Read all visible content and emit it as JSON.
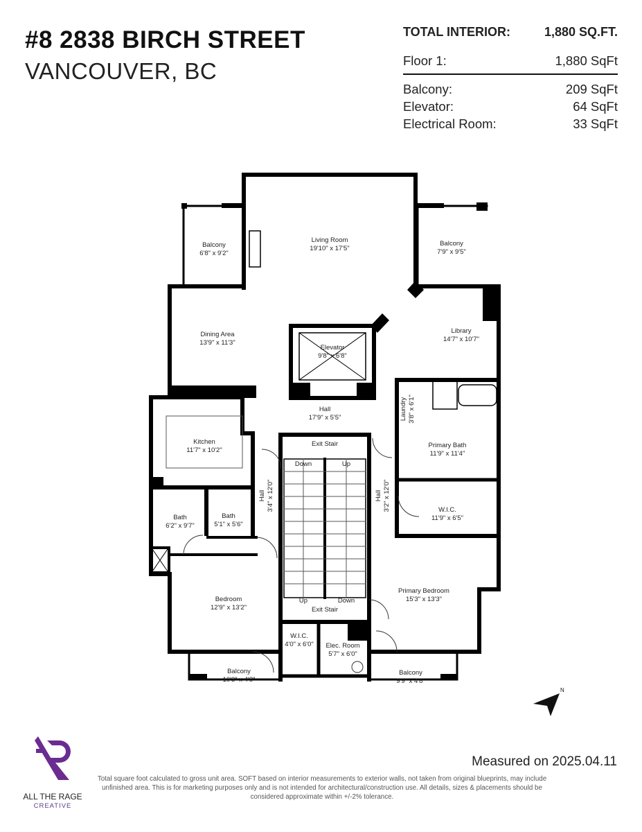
{
  "header": {
    "address_line1": "#8 2838 BIRCH STREET",
    "address_line2": "VANCOUVER, BC"
  },
  "areas": {
    "total_label": "TOTAL INTERIOR:",
    "total_value": "1,880 SQ.FT.",
    "floors": [
      {
        "label": "Floor 1:",
        "value": "1,880 SqFt"
      }
    ],
    "other": [
      {
        "label": "Balcony:",
        "value": "209 SqFt"
      },
      {
        "label": "Elevator:",
        "value": "64 SqFt"
      },
      {
        "label": "Electrical Room:",
        "value": "33 SqFt"
      }
    ]
  },
  "rooms": [
    {
      "name": "Living Room",
      "dims": "19'10\" x 17'5\""
    },
    {
      "name": "Balcony",
      "dims": "6'8\" x 9'2\""
    },
    {
      "name": "Balcony",
      "dims": "7'9\" x 9'5\""
    },
    {
      "name": "Dining Area",
      "dims": "13'9\" x 11'3\""
    },
    {
      "name": "Elevator",
      "dims": "9'8\" x 6'8\""
    },
    {
      "name": "Library",
      "dims": "14'7\" x 10'7\""
    },
    {
      "name": "Hall",
      "dims": "17'9\" x 5'5\""
    },
    {
      "name": "Laundry",
      "dims": "3'8\" x 6'1\""
    },
    {
      "name": "Kitchen",
      "dims": "11'7\" x 10'2\""
    },
    {
      "name": "Primary Bath",
      "dims": "11'9\" x 11'4\""
    },
    {
      "name": "Hall",
      "dims": "3'4\" x 12'0\""
    },
    {
      "name": "Hall",
      "dims": "3'2\" x 12'0\""
    },
    {
      "name": "Bath",
      "dims": "6'2\" x 9'7\""
    },
    {
      "name": "Bath",
      "dims": "5'1\" x 5'6\""
    },
    {
      "name": "W.I.C.",
      "dims": "11'9\" x 6'5\""
    },
    {
      "name": "Bedroom",
      "dims": "12'9\" x 13'2\""
    },
    {
      "name": "Primary Bedroom",
      "dims": "15'3\" x 13'3\""
    },
    {
      "name": "W.I.C.",
      "dims": "4'0\" x 6'0\""
    },
    {
      "name": "Elec. Room",
      "dims": "5'7\" x 6'0\""
    },
    {
      "name": "Balcony",
      "dims": "10'3\" x 4'8\""
    },
    {
      "name": "Balcony",
      "dims": "9'9\" x 4'8\""
    }
  ],
  "stairs": {
    "title": "Exit Stair",
    "down": "Down",
    "up": "Up"
  },
  "compass": {
    "label": "N",
    "icon": "north-arrow-icon"
  },
  "footer": {
    "measured": "Measured on 2025.04.11",
    "disclaimer": "Total square foot calculated to gross unit area. SOFT based on interior measurements to exterior walls, not taken from original blueprints, may include unfinished area. This is for marketing purposes only and is not intended for architectural/construction use.  All details, sizes & placements should be considered approximate within +/-2% tolerance.",
    "brand_name": "ALL THE RAGE",
    "brand_sub": "CREATIVE",
    "brand_color": "#6a2c91"
  }
}
